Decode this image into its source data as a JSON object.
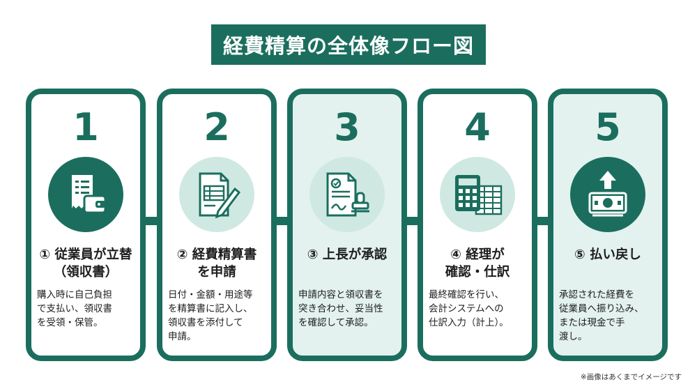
{
  "title": "経費精算の全体像フロー図",
  "steps": [
    {
      "number": "1",
      "heading": "① 従業員が立替\n（領収書）",
      "description": "購入時に自己負担\nで支払い、領収書\nを受領・保管。"
    },
    {
      "number": "2",
      "heading": "② 経費精算書\nを申請",
      "description": "日付・金額・用途等\nを精算書に記入し、\n領収書を添付して\n申請。"
    },
    {
      "number": "3",
      "heading": "③ 上長が承認",
      "description": "申請内容と領収書を\n突き合わせ、妥当性\nを確認して承認。"
    },
    {
      "number": "4",
      "heading": "④ 経理が\n確認・仕訳",
      "description": "最終確認を行い、\n会計システムへの\n仕訳入力（計上）。"
    },
    {
      "number": "5",
      "heading": "⑤ 払い戻し",
      "description": "承認された経費を\n従業員へ振り込み、\nまたは現金で手\n渡し。"
    }
  ],
  "icons": [
    "receipt-wallet-icon",
    "document-pen-icon",
    "approval-stamp-icon",
    "calculator-spreadsheet-icon",
    "cash-refund-icon"
  ],
  "note": "※画像はあくまでイメージです",
  "colors": {
    "primary": "#1b6e5e",
    "tint": "#e3f2ee",
    "pale_circle": "#cfe9e2"
  }
}
